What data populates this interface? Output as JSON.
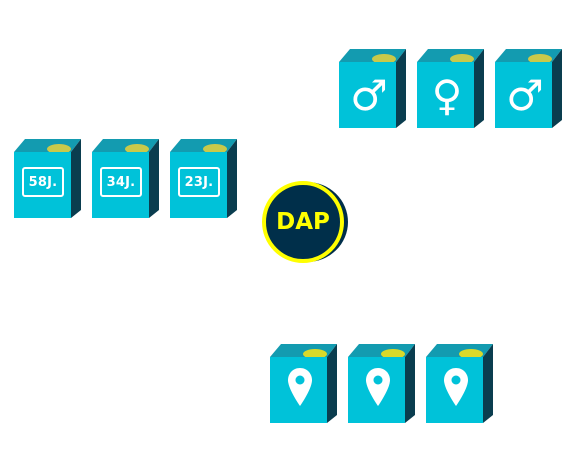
{
  "center": {
    "label": "DAP"
  },
  "age_group": [
    {
      "label": "58J."
    },
    {
      "label": "34J."
    },
    {
      "label": "23J."
    }
  ],
  "gender_group": [
    {
      "symbol": "♂",
      "icon": "male-icon"
    },
    {
      "symbol": "♀",
      "icon": "female-icon"
    },
    {
      "symbol": "♂",
      "icon": "male-icon"
    }
  ],
  "location_group": [
    {
      "icon": "location-pin-icon"
    },
    {
      "icon": "location-pin-icon"
    },
    {
      "icon": "location-pin-icon"
    }
  ],
  "colors": {
    "card_front": "#00c2d9",
    "card_side": "#0a3d4f",
    "card_top": "#139bb0",
    "card_dot": "#c9c94a",
    "center_fill": "#002f4a",
    "center_ring": "#ffff00",
    "center_text": "#ffff00"
  }
}
